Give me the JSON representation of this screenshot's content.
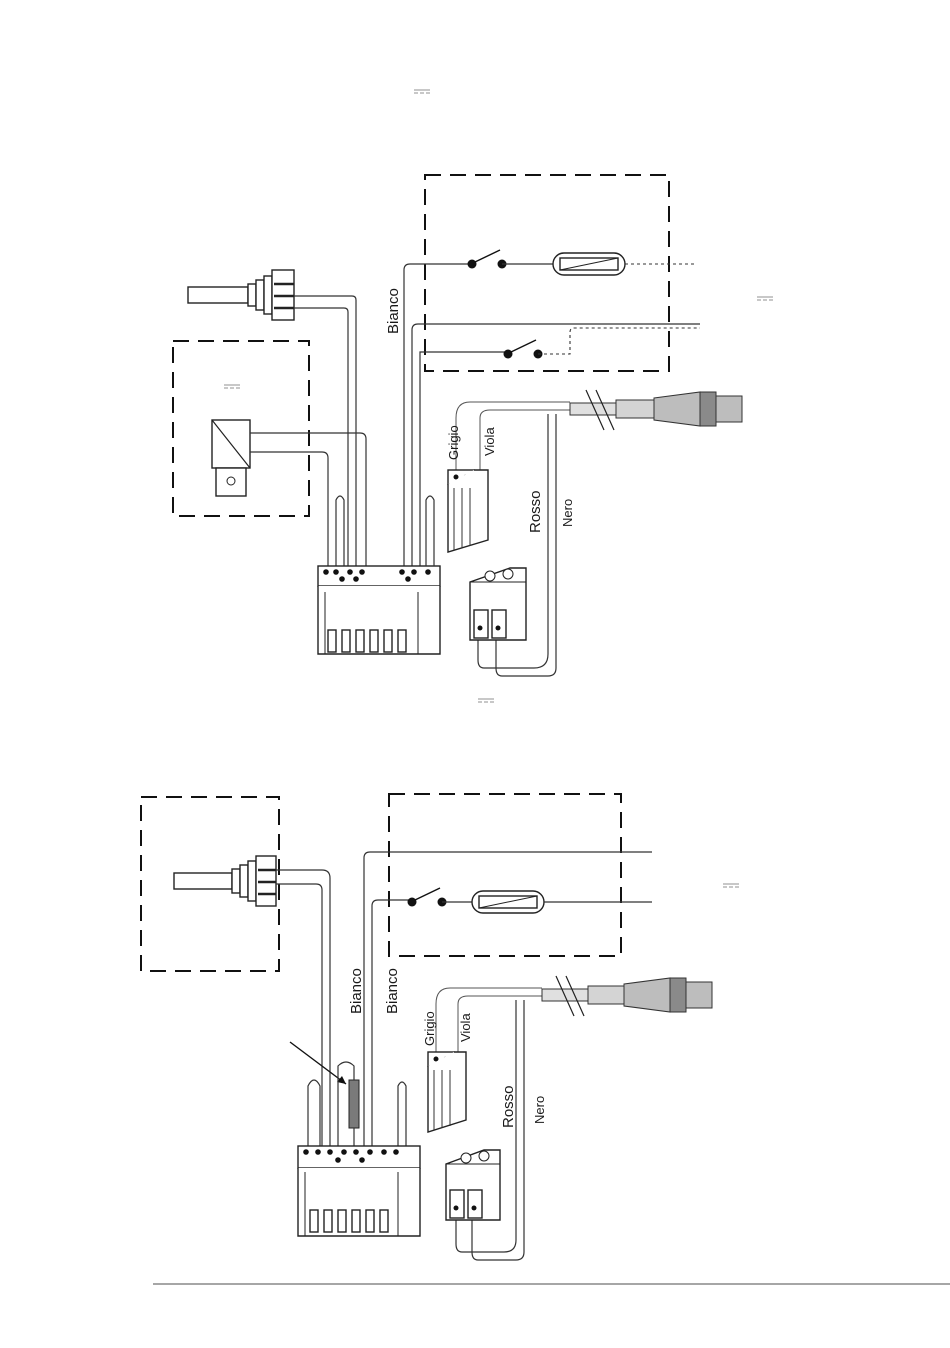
{
  "diagram_top": {
    "labels": {
      "bianco": "Bianco",
      "grigio": "Grigio",
      "viola": "Viola",
      "rosso": "Rosso",
      "nero": "Nero"
    }
  },
  "diagram_bottom": {
    "labels": {
      "bianco_1": "Bianco",
      "bianco_2": "Bianco",
      "grigio": "Grigio",
      "viola": "Viola",
      "rosso": "Rosso",
      "nero": "Nero"
    }
  },
  "colors": {
    "line": "#333333",
    "footer_rule": "#888888"
  }
}
